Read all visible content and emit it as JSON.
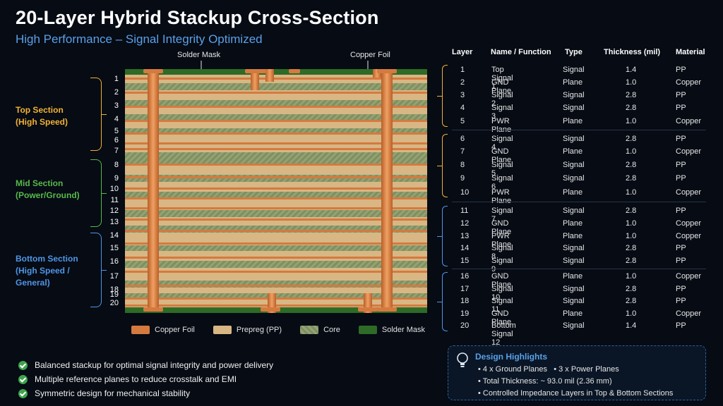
{
  "title": "20-Layer Hybrid Stackup Cross-Section",
  "subtitle": "High Performance – Signal Integrity Optimized",
  "callouts": {
    "solder_mask": "Solder Mask",
    "copper_foil": "Copper Foil"
  },
  "sections": [
    {
      "name": "Top Section",
      "detail": "(High Speed)",
      "color": "#f2b233"
    },
    {
      "name": "Mid Section",
      "detail": "(Power/Ground)",
      "color": "#58b94a"
    },
    {
      "name": "Bottom Section",
      "detail": "(High Speed /",
      "detail2": "General)",
      "color": "#4f96e6"
    }
  ],
  "layer_numbers": [
    "1",
    "2",
    "3",
    "4",
    "5",
    "6",
    "7",
    "8",
    "9",
    "10",
    "11",
    "12",
    "13",
    "14",
    "15",
    "16",
    "17",
    "18",
    "19",
    "20"
  ],
  "legend": [
    "Copper Foil",
    "Prepreg (PP)",
    "Core",
    "Solder Mask"
  ],
  "colors": {
    "copper": "#d57a3f",
    "prepreg": "#d8b784",
    "core": "#7f8f62",
    "solder_mask": "#2e6b26",
    "accent_blue": "#5aa0e8"
  },
  "bullets": [
    "Balanced stackup for optimal signal integrity and power delivery",
    "Multiple reference planes to reduce crosstalk and EMI",
    "Symmetric design for mechanical stability"
  ],
  "table": {
    "headers": [
      "Layer",
      "Name / Function",
      "Type",
      "Thickness (mil)",
      "Material"
    ],
    "rows": [
      [
        "1",
        "Top Signal 1",
        "Signal",
        "1.4",
        "PP"
      ],
      [
        "2",
        "GND Plane",
        "Plane",
        "1.0",
        "Copper"
      ],
      [
        "3",
        "Signal 2",
        "Signal",
        "2.8",
        "PP"
      ],
      [
        "4",
        "Signal 3",
        "Signal",
        "2.8",
        "PP"
      ],
      [
        "5",
        "PWR Plane",
        "Plane",
        "1.0",
        "Copper"
      ],
      [
        "6",
        "Signal 4",
        "Signal",
        "2.8",
        "PP"
      ],
      [
        "7",
        "GND Plane",
        "Plane",
        "1.0",
        "Copper"
      ],
      [
        "8",
        "Signal 5",
        "Signal",
        "2.8",
        "PP"
      ],
      [
        "9",
        "Signal 6",
        "Signal",
        "2.8",
        "PP"
      ],
      [
        "10",
        "PWR Plane",
        "Plane",
        "1.0",
        "Copper"
      ],
      [
        "11",
        "Signal 7",
        "Signal",
        "2.8",
        "PP"
      ],
      [
        "12",
        "GND Plane",
        "Plane",
        "1.0",
        "Copper"
      ],
      [
        "13",
        "PWR Plane",
        "Plane",
        "1.0",
        "Copper"
      ],
      [
        "14",
        "Signal 8",
        "Signal",
        "2.8",
        "PP"
      ],
      [
        "15",
        "Signal 9",
        "Signal",
        "2.8",
        "PP"
      ],
      [
        "16",
        "GND Plane",
        "Plane",
        "1.0",
        "Copper"
      ],
      [
        "17",
        "Signal 10",
        "Signal",
        "2.8",
        "PP"
      ],
      [
        "18",
        "Signal 11",
        "Signal",
        "2.8",
        "PP"
      ],
      [
        "19",
        "GND Plane",
        "Plane",
        "1.0",
        "Copper"
      ],
      [
        "20",
        "Bottom Signal 12",
        "Signal",
        "1.4",
        "PP"
      ]
    ]
  },
  "highlights": {
    "title": "Design Highlights",
    "ground_planes": "4 x Ground Planes",
    "power_planes": "3 x Power Planes",
    "thickness": "Total Thickness: ~ 93.0 mil (2.36 mm)",
    "impedance": "Controlled Impedance Layers in Top & Bottom Sections"
  }
}
